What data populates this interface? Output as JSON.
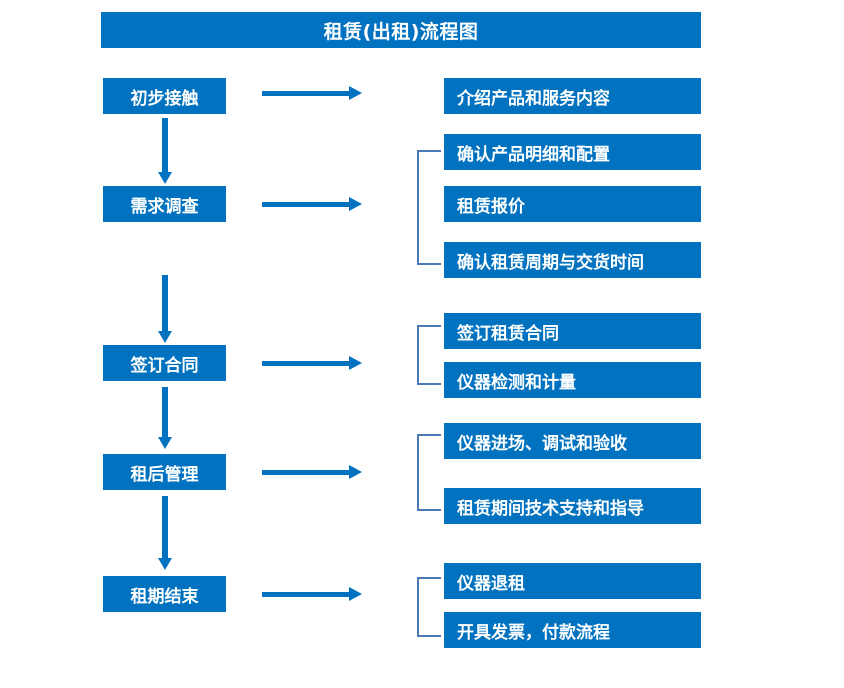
{
  "title": "租赁(出租)流程图",
  "colors": {
    "box_blue": "#0072c0",
    "bracket_blue": "#4a7ab5",
    "text_white": "#ffffff",
    "background": "#ffffff"
  },
  "stages": [
    {
      "label": "初步接触"
    },
    {
      "label": "需求调查"
    },
    {
      "label": "签订合同"
    },
    {
      "label": "租后管理"
    },
    {
      "label": "租期结束"
    }
  ],
  "details": {
    "g1": [
      {
        "label": "介绍产品和服务内容"
      }
    ],
    "g2": [
      {
        "label": "确认产品明细和配置"
      },
      {
        "label": "租赁报价"
      },
      {
        "label": "确认租赁周期与交货时间"
      }
    ],
    "g3": [
      {
        "label": "签订租赁合同"
      },
      {
        "label": "仪器检测和计量"
      }
    ],
    "g4": [
      {
        "label": "仪器进场、调试和验收"
      },
      {
        "label": "租赁期间技术支持和指导"
      }
    ],
    "g5": [
      {
        "label": "仪器退租"
      },
      {
        "label": "开具发票，付款流程"
      }
    ]
  }
}
